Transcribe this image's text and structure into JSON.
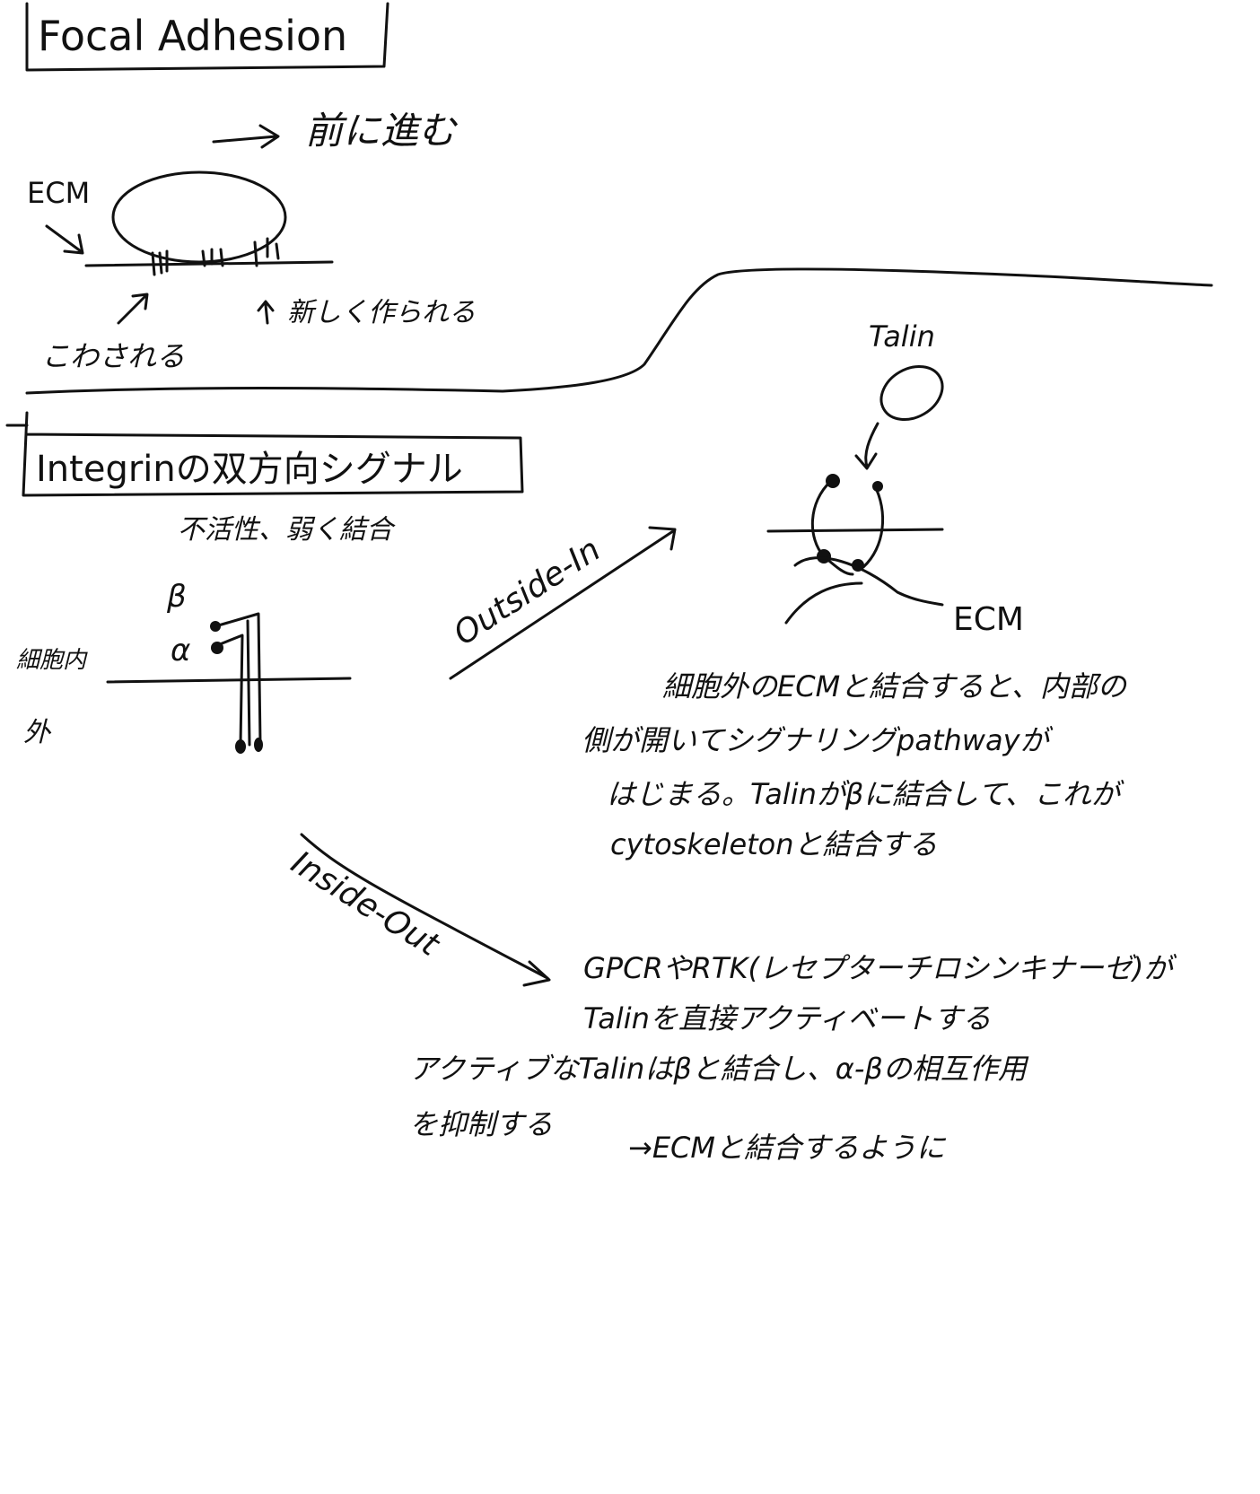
{
  "section1": {
    "title": "Focal Adhesion",
    "forward": "前に進む",
    "ecm": "ECM",
    "destroyed": "こわされる",
    "new_made": "新しく作られる"
  },
  "talin_panel": {
    "talin": "Talin",
    "ecm": "ECM"
  },
  "section2": {
    "title": "Integrinの双方向シグナル",
    "inactive": "不活性、弱く結合",
    "beta": "β",
    "alpha": "α",
    "inside_cell": "細胞内",
    "outside_cell": "外",
    "outside_in": "Outside-In",
    "inside_out": "Inside-Out"
  },
  "outside_in_text": [
    "細胞外のECMと結合すると、内部の",
    "側が開いてシグナリングpathwayが",
    "はじまる。Talinがβに結合して、これが",
    "cytoskeletonと結合する"
  ],
  "inside_out_text": [
    "GPCRやRTK(レセプターチロシンキナーゼ)が",
    "Talinを直接アクティベートする",
    "アクティブなTalinはβと結合し、α-βの相互作用",
    "を抑制する",
    "→ECMと結合するように"
  ]
}
